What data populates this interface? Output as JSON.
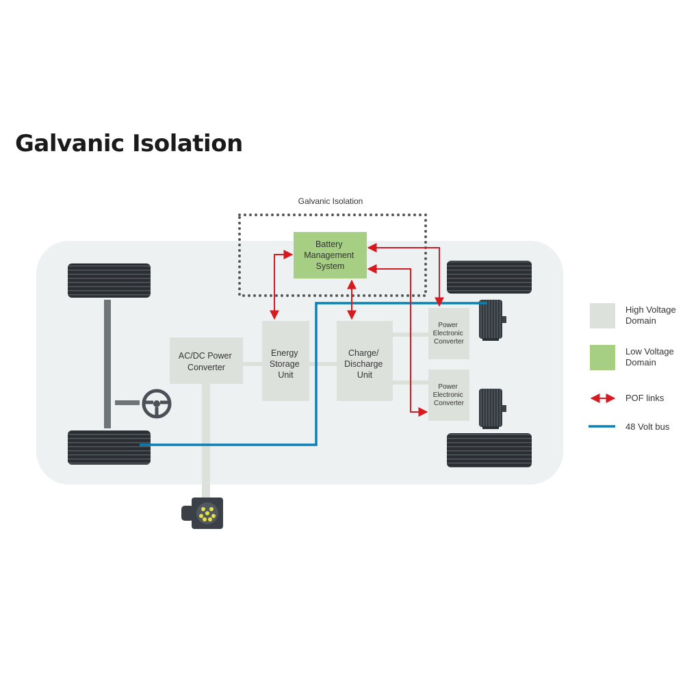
{
  "title": "Galvanic Isolation",
  "isolation_label": "Galvanic Isolation",
  "components": {
    "bms": [
      "Battery",
      "Management",
      "System"
    ],
    "acdc": [
      "AC/DC Power",
      "Converter"
    ],
    "energy_storage": [
      "Energy",
      "Storage",
      "Unit"
    ],
    "charge_discharge": [
      "Charge/",
      "Discharge",
      "Unit"
    ],
    "pec_top": [
      "Power",
      "Electronic",
      "Converter"
    ],
    "pec_bottom": [
      "Power",
      "Electronic",
      "Converter"
    ]
  },
  "legend": {
    "high_voltage": [
      "High Voltage",
      "Domain"
    ],
    "low_voltage": [
      "Low Voltage",
      "Domain"
    ],
    "pof_links": "POF links",
    "bus_48v": "48 Volt bus"
  },
  "colors": {
    "high_voltage": "#dde1dc",
    "low_voltage": "#a6cf84",
    "pof_link": "#d71920",
    "bus_48v": "#0a7fb8",
    "chassis": "#eef1f2"
  }
}
